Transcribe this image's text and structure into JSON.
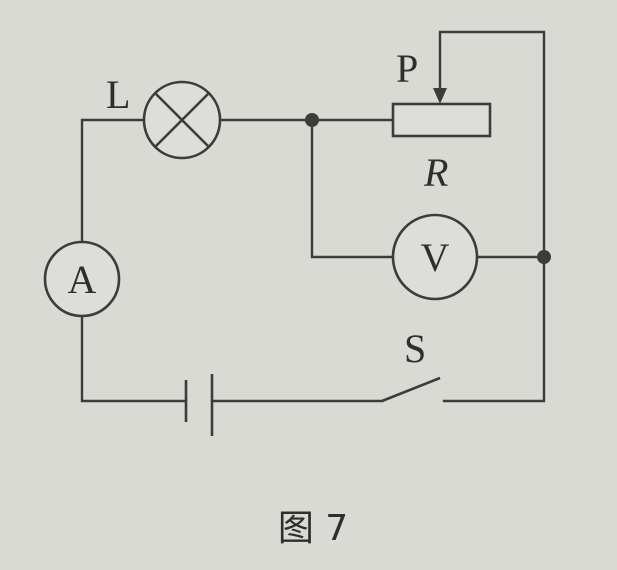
{
  "labels": {
    "lamp": "L",
    "slider": "P",
    "resistor": "R",
    "ammeter": "A",
    "voltmeter": "V",
    "switch": "S"
  },
  "caption": "图 7",
  "colors": {
    "background": "#d9dad4",
    "ink": "#3c3c3c"
  }
}
